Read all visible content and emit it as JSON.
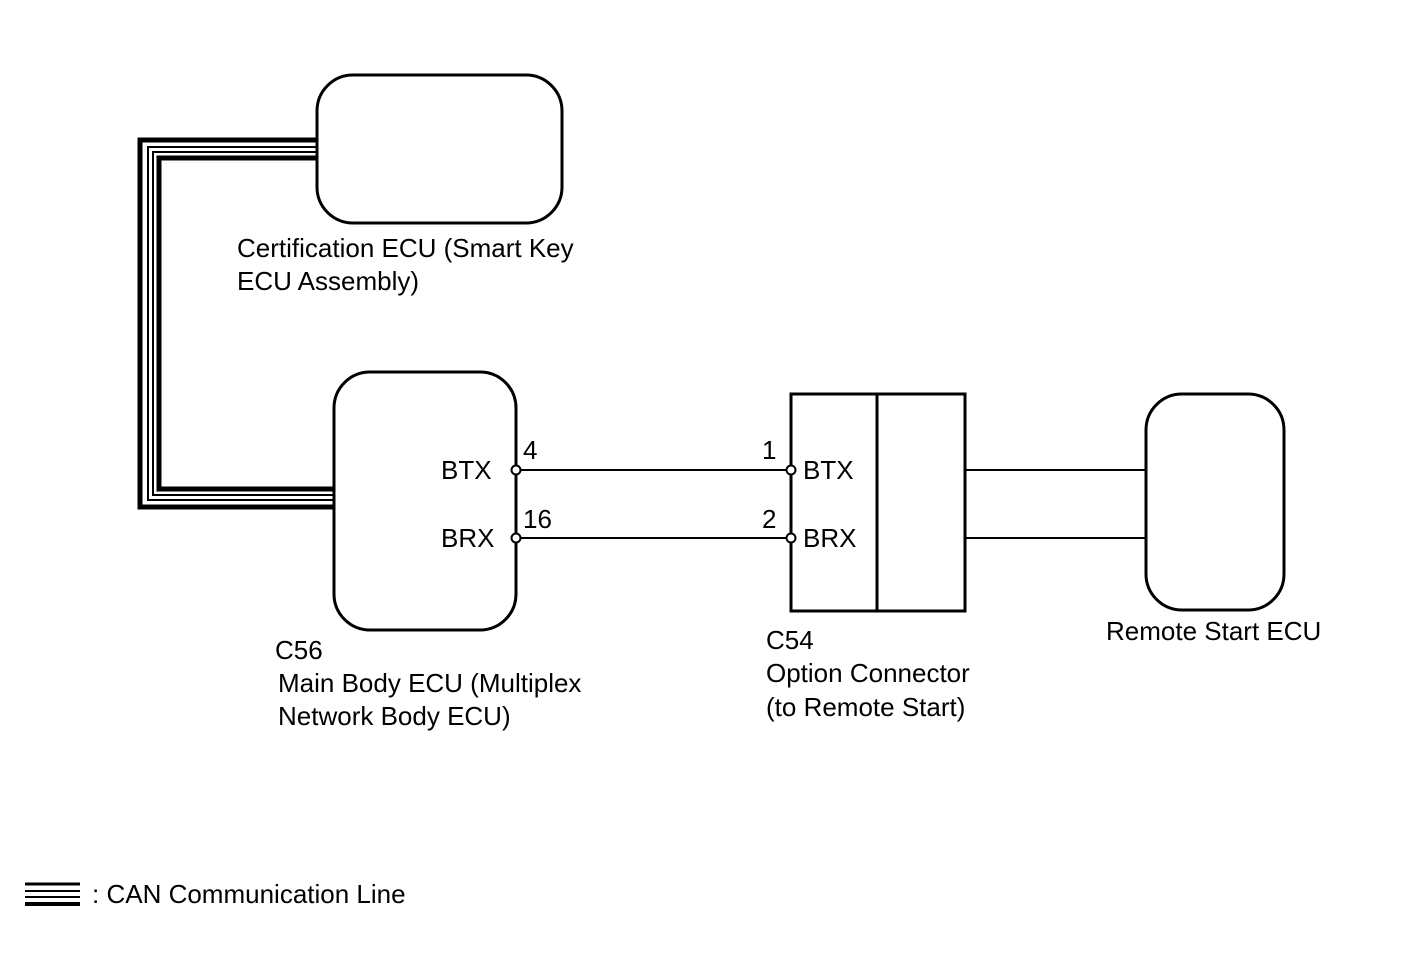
{
  "components": {
    "certification_ecu": {
      "line1": "Certification ECU (Smart Key",
      "line2": "ECU Assembly)"
    },
    "main_body_ecu": {
      "connector": "C56",
      "line1": "Main Body ECU (Multiplex",
      "line2": "Network Body ECU)",
      "pins": [
        {
          "number": "4",
          "name": "BTX"
        },
        {
          "number": "16",
          "name": "BRX"
        }
      ]
    },
    "option_connector": {
      "connector": "C54",
      "line1": "Option Connector",
      "line2": "(to Remote Start)",
      "pins": [
        {
          "number": "1",
          "name": "BTX"
        },
        {
          "number": "2",
          "name": "BRX"
        }
      ]
    },
    "remote_start_ecu": {
      "label": "Remote Start ECU"
    }
  },
  "legend": {
    "label": ": CAN Communication Line"
  },
  "colors": {
    "line": "#000000",
    "background": "#ffffff"
  }
}
